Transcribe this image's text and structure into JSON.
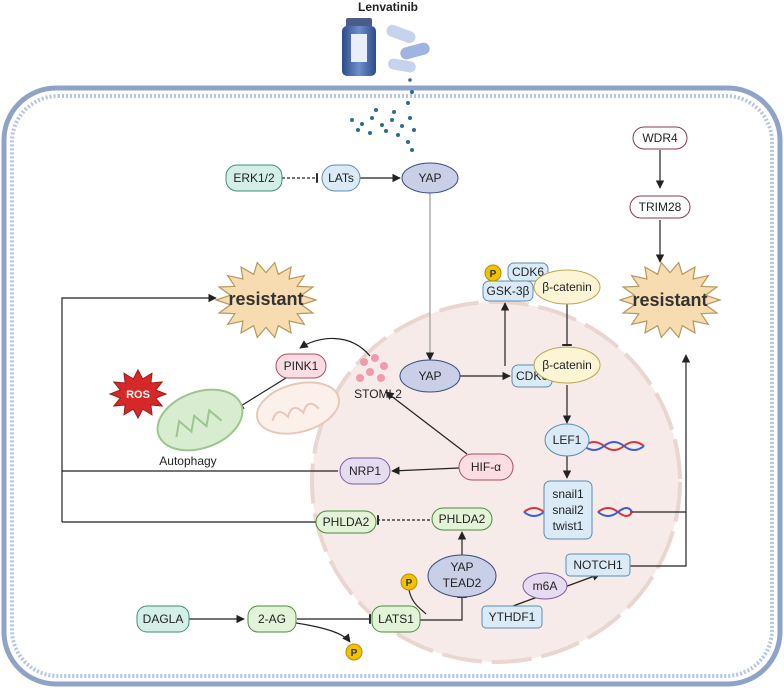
{
  "drug": {
    "label": "Lenvatinib"
  },
  "nodes": {
    "erk": "ERK1/2",
    "lats": "LATs",
    "yap_cyto": "YAP",
    "yap_nuc": "YAP",
    "cdk6_nuc": "CDK6",
    "cdk6_cyto": "CDK6",
    "gsk3b": "GSK-3β",
    "p": "P",
    "bcat_cyto": "β-catenin",
    "bcat_nuc": "β-catenin",
    "lef1": "LEF1",
    "snail1": "snail1",
    "snail2": "snail2",
    "twist1": "twist1",
    "wdr4": "WDR4",
    "trim28": "TRIM28",
    "resistant_left": "resistant",
    "resistant_right": "resistant",
    "ros": "ROS",
    "pink1": "PINK1",
    "stoml2": "STOML2",
    "autophagy": "Autophagy",
    "hif": "HIF-α",
    "nrp1": "NRP1",
    "phlda2_out": "PHLDA2",
    "phlda2_in": "PHLDA2",
    "yap_tead_1": "YAP",
    "yap_tead_2": "TEAD2",
    "dagla": "DAGLA",
    "ag2": "2-AG",
    "lats1": "LATS1",
    "m6a": "m6A",
    "notch1": "NOTCH1",
    "ythdf1": "YTHDF1"
  },
  "colors": {
    "membrane": "#8fa3c7",
    "nucleus": "#f6ebe8",
    "blue_fill": "#dbeaf7",
    "blue_stroke": "#5c8db3",
    "navy_fill": "#c9cfe6",
    "navy_stroke": "#3c4a7c",
    "green_fill": "#e3f3d8",
    "green_stroke": "#4d8a3c",
    "pink_fill": "#fbdde3",
    "pink_stroke": "#b34b5e",
    "yellow_fill": "#fbf5d6",
    "yellow_stroke": "#b9a54a",
    "purple_fill": "#e6dcf1",
    "purple_stroke": "#7b5aa0",
    "teal_fill": "#d4efe8",
    "teal_stroke": "#3f8d7c",
    "starburst": "#f6dcb0",
    "ros": "#d62828"
  }
}
